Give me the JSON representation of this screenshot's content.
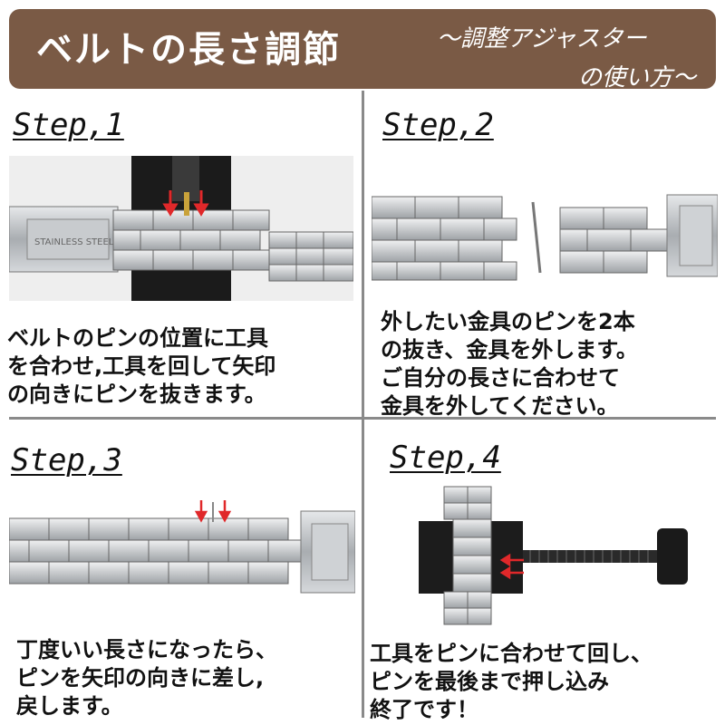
{
  "header": {
    "title": "ベルトの長さ調節",
    "subtitle_line1": "～調整アジャスター",
    "subtitle_line2": "の使い方～"
  },
  "steps": [
    {
      "title": "Step,1",
      "lines": [
        "ベルトのピンの位置に工具",
        "を合わせ,工具を回して矢印",
        "の向きにピンを抜きます。"
      ]
    },
    {
      "title": "Step,2",
      "lines": [
        "外したい金具のピンを2本",
        "の抜き、金具を外します。",
        "ご自分の長さに合わせて",
        "金具を外してください。"
      ]
    },
    {
      "title": "Step,3",
      "lines": [
        "丁度いい長さになったら、",
        "ピンを矢印の向きに差し,",
        "戻します。"
      ]
    },
    {
      "title": "Step,4",
      "lines": [
        "工具をピンに合わせて回し、",
        "ピンを最後まで押し込み",
        "終了です！"
      ]
    }
  ],
  "photo_labels": {
    "clasp_engraving": "STAINLESS STEEL"
  },
  "colors": {
    "banner": "#7a5a45",
    "arrow": "#e0282a",
    "divider": "#8a8a8a"
  }
}
